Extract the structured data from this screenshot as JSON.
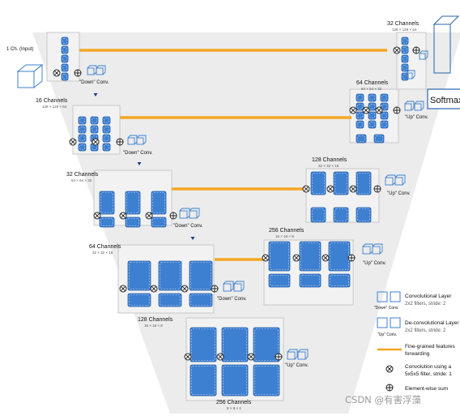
{
  "labels": {
    "input": "1 Ch. (Input)",
    "ch16": "16 Channels",
    "ch16_sub": "128 × 128 × 64",
    "ch32": "32 Channels",
    "ch32_sub": "64 × 64 × 32",
    "ch64": "64 Channels",
    "ch64_sub": "32 × 32 × 16",
    "ch128": "128 Channels",
    "ch128_sub": "16 × 16 × 8",
    "ch256": "256 Channels",
    "ch256_sub": "8 × 8 × 4",
    "r256": "256 Channels",
    "r256_sub": "16 × 16 × 8",
    "r128": "128 Channels",
    "r128_sub": "32 × 32 × 16",
    "r64": "64 Channels",
    "r64_sub": "64 × 64 × 32",
    "r32": "32 Channels",
    "r32_sub": "128 × 128 × 64",
    "down_conv": "\"Down\" Conv.",
    "up_conv": "\"Up\" Conv.",
    "softmax": "Softmax"
  },
  "legend": {
    "conv_layer": "Convolutional Layer",
    "conv_layer_sub": "2x2 filters, stride: 2",
    "conv_caption": "\"Down\" Conv.",
    "deconv_layer": "De-convolutional Layer",
    "deconv_layer_sub": "2x2 filters, stride: 2",
    "deconv_caption": "\"Up\" Conv.",
    "fine_grained_1": "Fine-grained features",
    "fine_grained_2": "forwarding",
    "conv5_1": "Convolution using a",
    "conv5_2": "5x5x5 filter, stride: 1",
    "sum": "Element-wise sum"
  },
  "watermark": "CSDN @有害浮藻",
  "colors": {
    "block": "#3d7fd0",
    "block_dark": "#2a63ad",
    "panel": "#e8e8e8",
    "panel_edge": "#c8c8c8",
    "skip": "#f5a623",
    "arrow": "#1a3f8a"
  }
}
